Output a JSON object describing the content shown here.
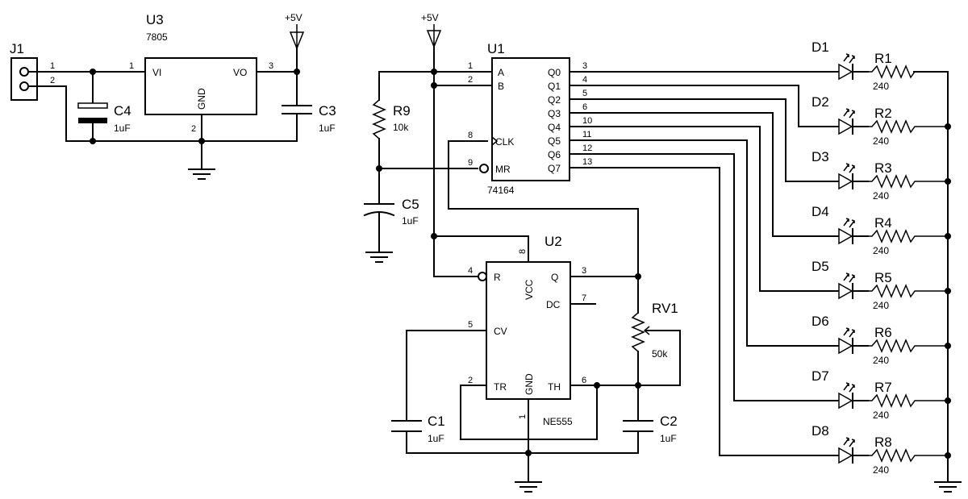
{
  "connector": {
    "ref": "J1",
    "pin1": "1",
    "pin2": "2"
  },
  "regulator": {
    "ref": "U3",
    "value": "7805",
    "vi": "VI",
    "vo": "VO",
    "gnd": "GND",
    "pin_vi": "1",
    "pin_vo": "3",
    "pin_gnd": "2"
  },
  "c4": {
    "ref": "C4",
    "value": "1uF"
  },
  "c3": {
    "ref": "C3",
    "value": "1uF"
  },
  "power_label": "+5V",
  "shift_register": {
    "ref": "U1",
    "value": "74164",
    "in_labels": [
      "A",
      "B",
      "CLK",
      "MR"
    ],
    "in_pins": [
      "1",
      "2",
      "8",
      "9"
    ],
    "out_labels": [
      "Q0",
      "Q1",
      "Q2",
      "Q3",
      "Q4",
      "Q5",
      "Q6",
      "Q7"
    ],
    "out_pins": [
      "3",
      "4",
      "5",
      "6",
      "10",
      "11",
      "12",
      "13"
    ]
  },
  "r9": {
    "ref": "R9",
    "value": "10k"
  },
  "c5": {
    "ref": "C5",
    "value": "1uF"
  },
  "timer": {
    "ref": "U2",
    "value": "NE555",
    "r": "R",
    "vcc": "VCC",
    "q": "Q",
    "dc": "DC",
    "cv": "CV",
    "tr": "TR",
    "gnd": "GND",
    "th": "TH",
    "pin_r": "4",
    "pin_vcc": "8",
    "pin_q": "3",
    "pin_dc": "7",
    "pin_cv": "5",
    "pin_tr": "2",
    "pin_gnd": "1",
    "pin_th": "6"
  },
  "rv1": {
    "ref": "RV1",
    "value": "50k"
  },
  "c1": {
    "ref": "C1",
    "value": "1uF"
  },
  "c2": {
    "ref": "C2",
    "value": "1uF"
  },
  "leds": [
    "D1",
    "D2",
    "D3",
    "D4",
    "D5",
    "D6",
    "D7",
    "D8"
  ],
  "led_resistors": [
    {
      "ref": "R1",
      "value": "240"
    },
    {
      "ref": "R2",
      "value": "240"
    },
    {
      "ref": "R3",
      "value": "240"
    },
    {
      "ref": "R4",
      "value": "240"
    },
    {
      "ref": "R5",
      "value": "240"
    },
    {
      "ref": "R6",
      "value": "240"
    },
    {
      "ref": "R7",
      "value": "240"
    },
    {
      "ref": "R8",
      "value": "240"
    }
  ]
}
